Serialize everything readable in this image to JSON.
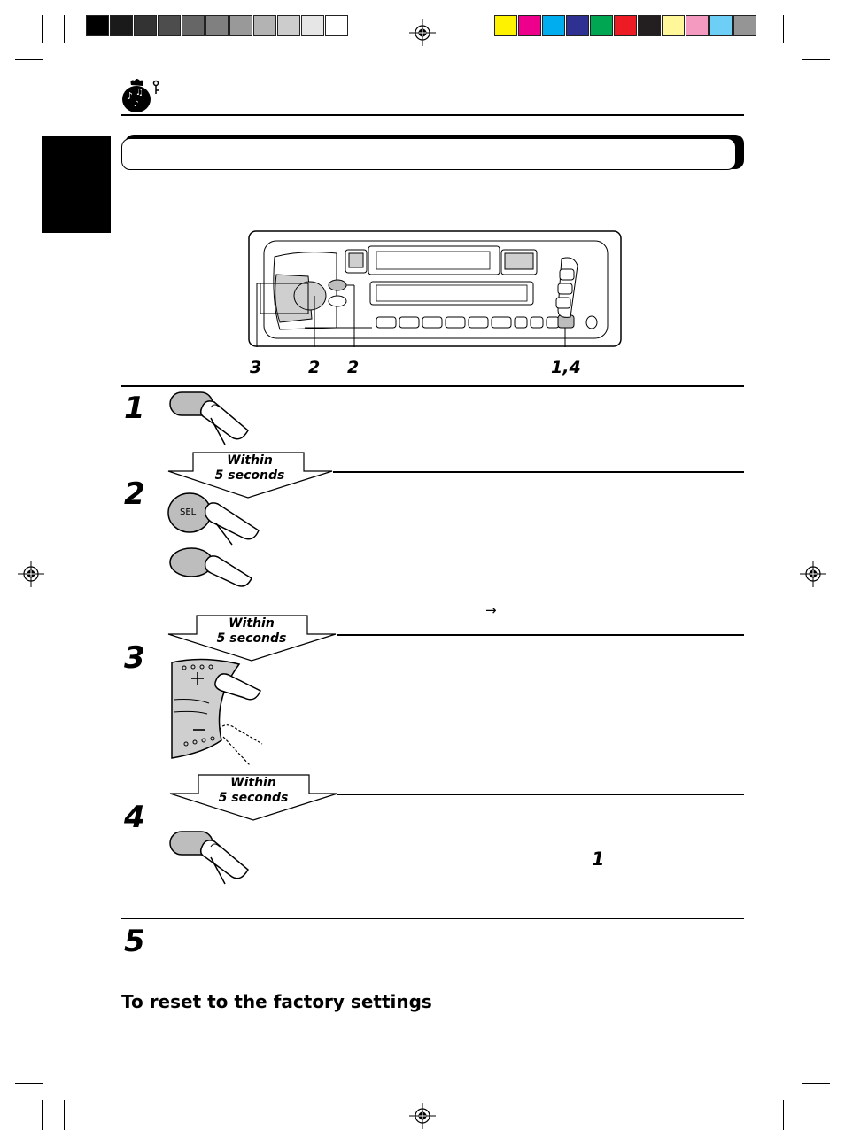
{
  "print_marks": {
    "grayscale_colors": [
      "#000000",
      "#1a1a1a",
      "#333333",
      "#4d4d4d",
      "#666666",
      "#808080",
      "#999999",
      "#b3b3b3",
      "#cccccc",
      "#e6e6e6",
      "#ffffff"
    ],
    "process_colors": [
      "#fff200",
      "#ec008c",
      "#00aeef",
      "#2e3192",
      "#00a651",
      "#ed1c24",
      "#231f20",
      "#fff799",
      "#f49ac1",
      "#6dcff6",
      "#959595"
    ],
    "registration_icon": "crosshair-target-icon"
  },
  "header": {
    "icon": "music-note-bag-icon"
  },
  "diagram": {
    "callouts": {
      "c3": "3",
      "c2a": "2",
      "c2b": "2",
      "c14": "1,4"
    },
    "sel_label": "SEL"
  },
  "steps": [
    {
      "number": "1"
    },
    {
      "number": "2"
    },
    {
      "number": "3"
    },
    {
      "number": "4"
    },
    {
      "number": "5"
    }
  ],
  "within_labels": [
    {
      "line1": "Within",
      "line2": "5 seconds"
    },
    {
      "line1": "Within",
      "line2": "5 seconds"
    },
    {
      "line1": "Within",
      "line2": "5 seconds"
    }
  ],
  "step2_arrow": "→",
  "step4_ref": "1",
  "reset_heading": "To reset to the factory settings"
}
